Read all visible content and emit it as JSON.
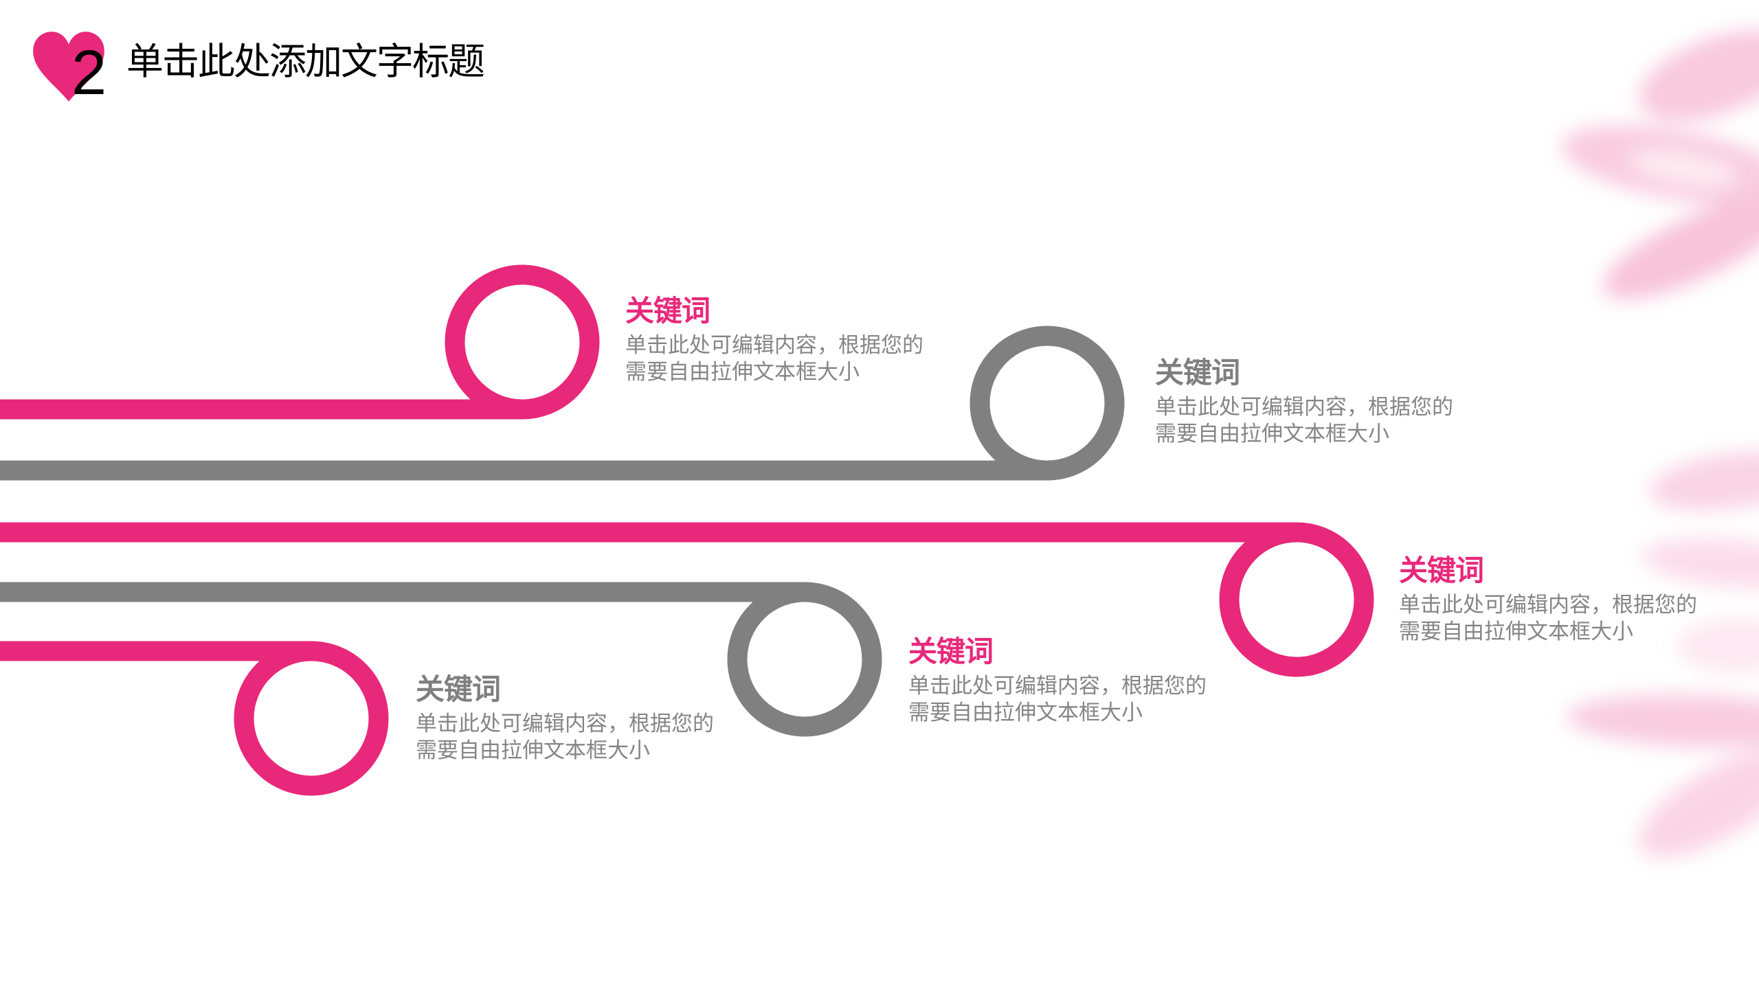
{
  "header": {
    "section_number": "2",
    "title": "单击此处添加文字标题",
    "icon": "heart-icon"
  },
  "colors": {
    "accent_pink": "#e8287a",
    "accent_gray": "#808080",
    "body_text": "#858585",
    "background": "#ffffff"
  },
  "items": [
    {
      "keyword": "关键词",
      "description": "单击此处可编辑内容，根据您的需要自由拉伸文本框大小",
      "color": "pink"
    },
    {
      "keyword": "关键词",
      "description": "单击此处可编辑内容，根据您的需要自由拉伸文本框大小",
      "color": "gray"
    },
    {
      "keyword": "关键词",
      "description": "单击此处可编辑内容，根据您的需要自由拉伸文本框大小",
      "color": "pink"
    },
    {
      "keyword": "关键词",
      "description": "单击此处可编辑内容，根据您的需要自由拉伸文本框大小",
      "color": "pink"
    },
    {
      "keyword": "关键词",
      "description": "单击此处可编辑内容，根据您的需要自由拉伸文本框大小",
      "color": "gray"
    }
  ]
}
